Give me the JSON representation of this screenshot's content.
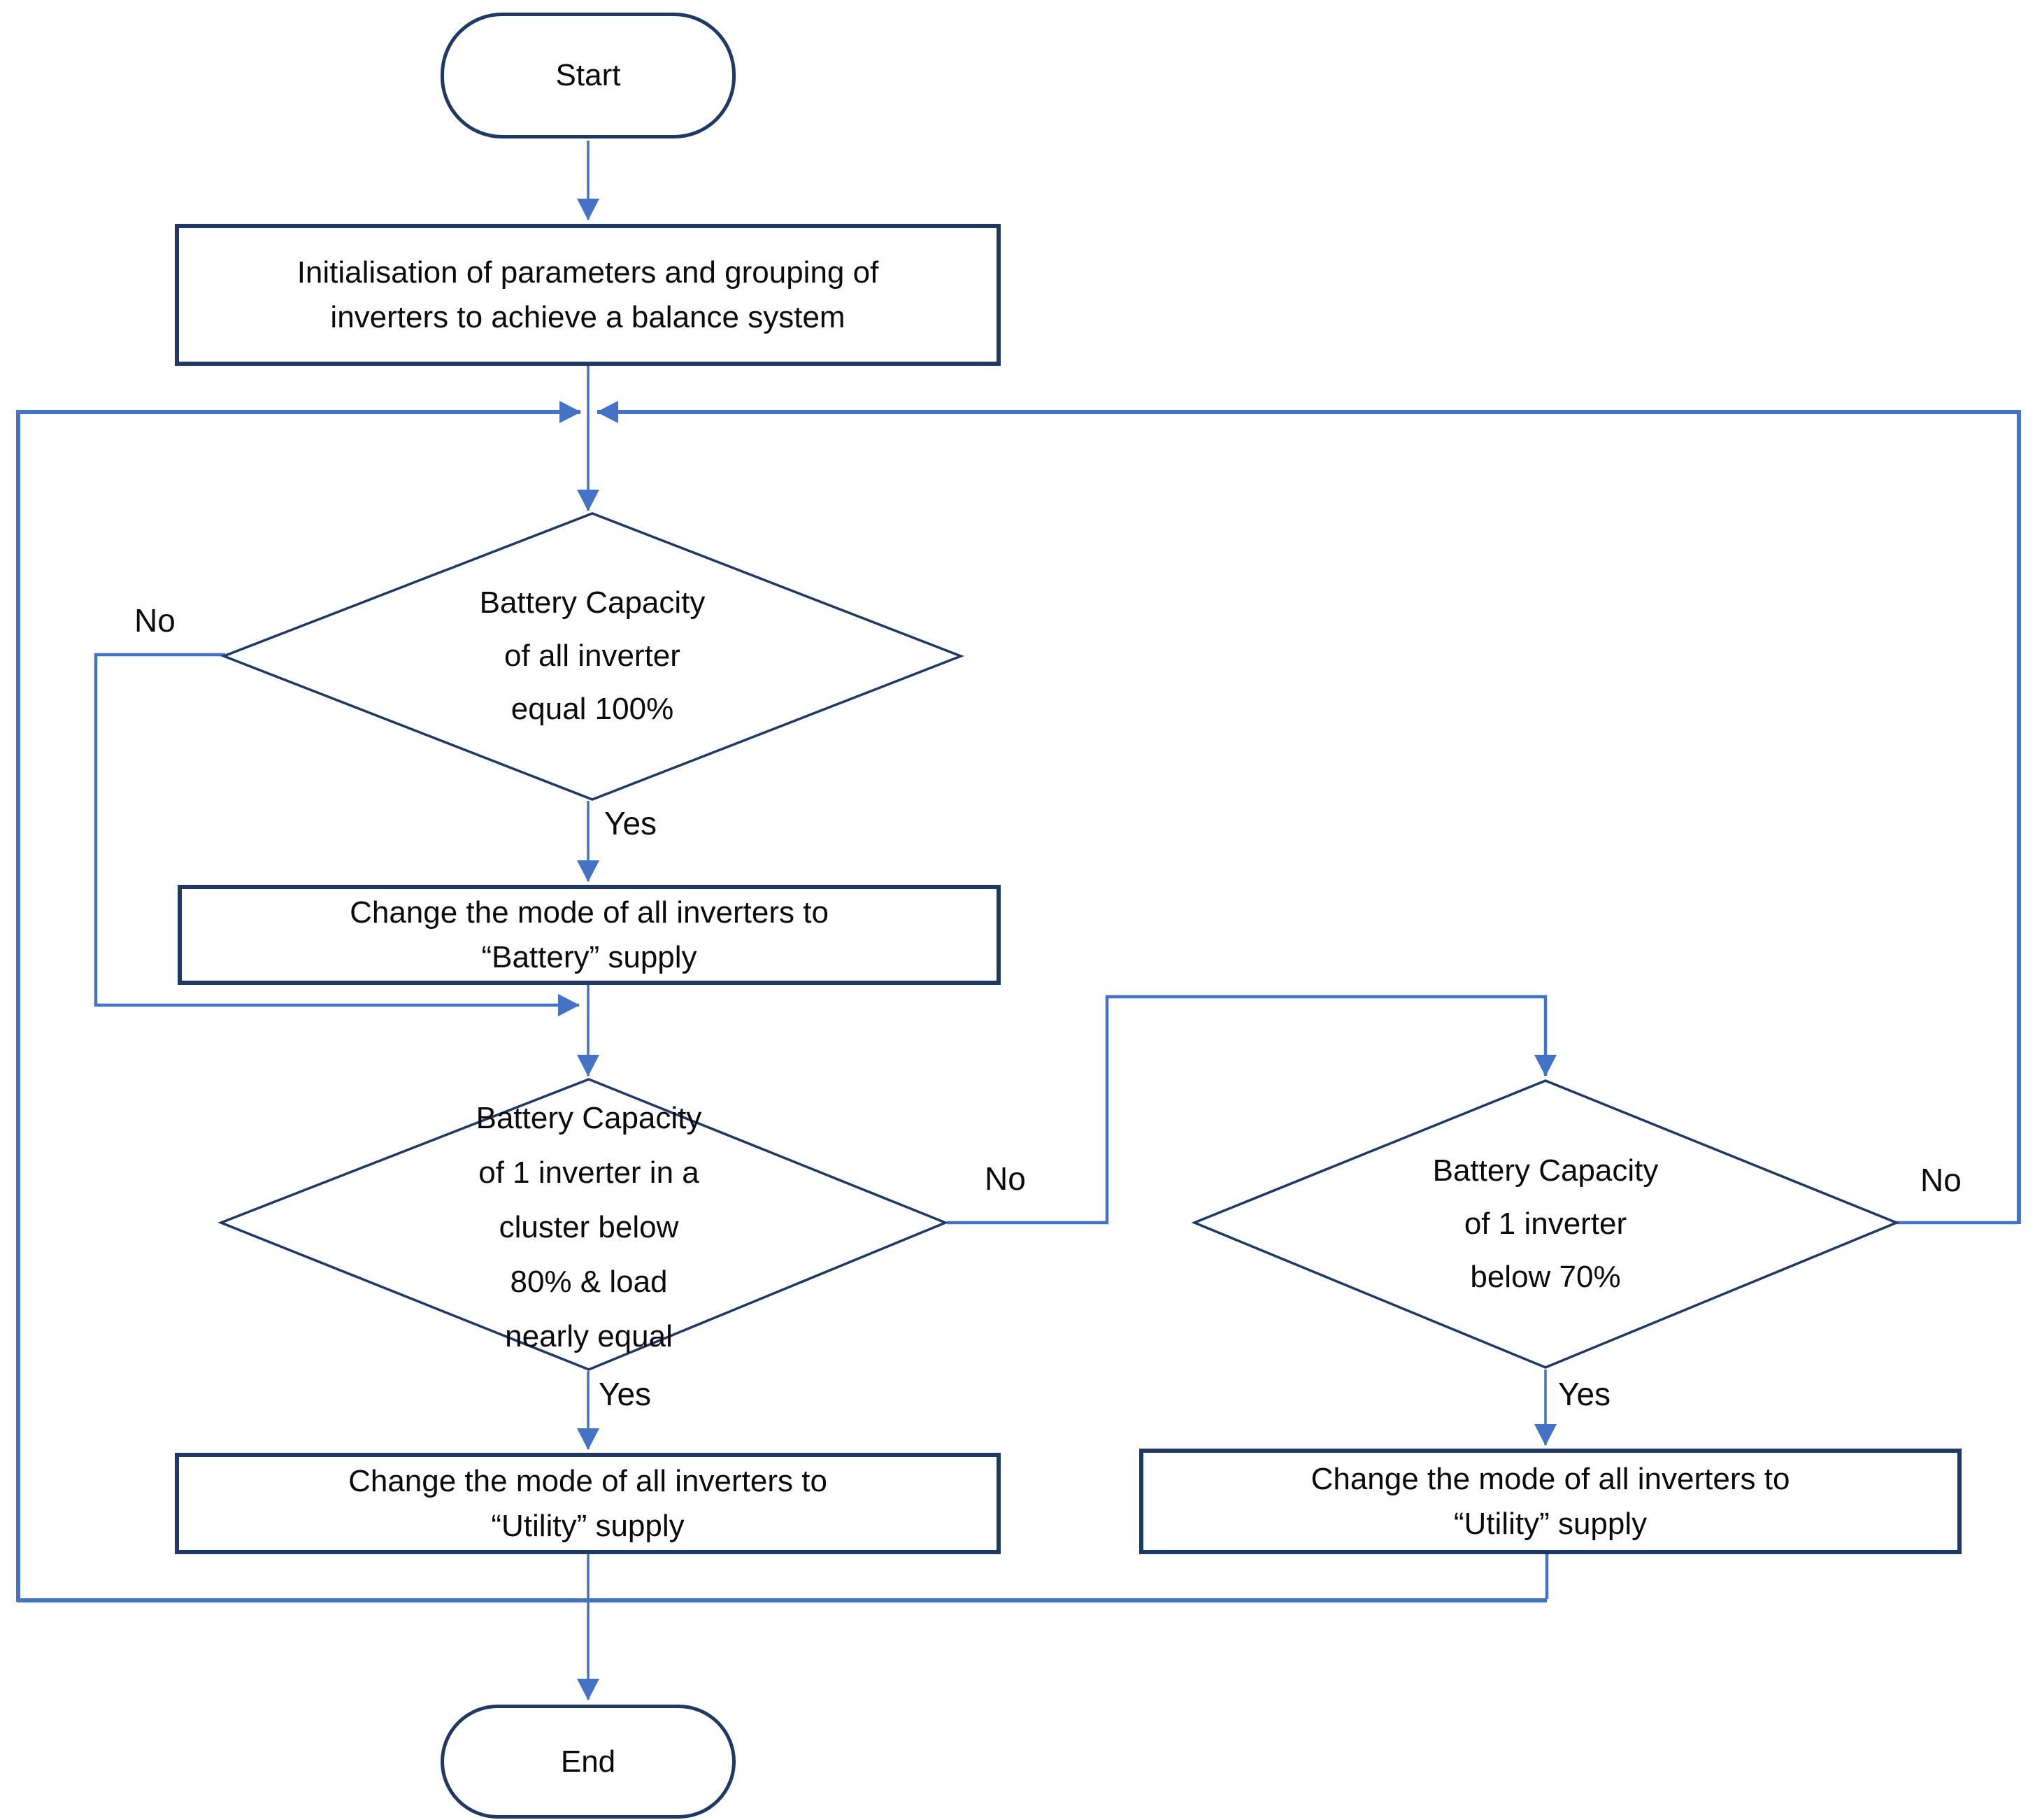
{
  "colors": {
    "connector": "#4472C4",
    "shape_border": "#1F3864",
    "text": "#0b0b0b",
    "background": "#FFFFFF"
  },
  "nodes": {
    "start": {
      "label": "Start"
    },
    "init": {
      "lines": [
        "Initialisation of parameters and grouping of",
        "inverters to achieve a balance system"
      ]
    },
    "decision_all_full": {
      "lines": [
        "Battery Capacity",
        "of all inverter",
        "equal 100%"
      ]
    },
    "battery_supply": {
      "lines": [
        "Change the mode of all inverters to",
        "“Battery” supply"
      ]
    },
    "decision_cluster_below_80": {
      "lines": [
        "Battery Capacity",
        "of 1 inverter in a",
        "cluster below",
        "80% & load",
        "nearly equal"
      ]
    },
    "decision_below_70": {
      "lines": [
        "Battery Capacity",
        "of 1 inverter",
        "below 70%"
      ]
    },
    "utility_supply_left": {
      "lines": [
        "Change the mode of all inverters to",
        "“Utility” supply"
      ]
    },
    "utility_supply_right": {
      "lines": [
        "Change the mode of all inverters to",
        "“Utility” supply"
      ]
    },
    "end": {
      "label": "End"
    }
  },
  "edge_labels": {
    "d1_no": "No",
    "d1_yes": "Yes",
    "d2_no": "No",
    "d2_yes": "Yes",
    "d3_no": "No",
    "d3_yes": "Yes"
  }
}
